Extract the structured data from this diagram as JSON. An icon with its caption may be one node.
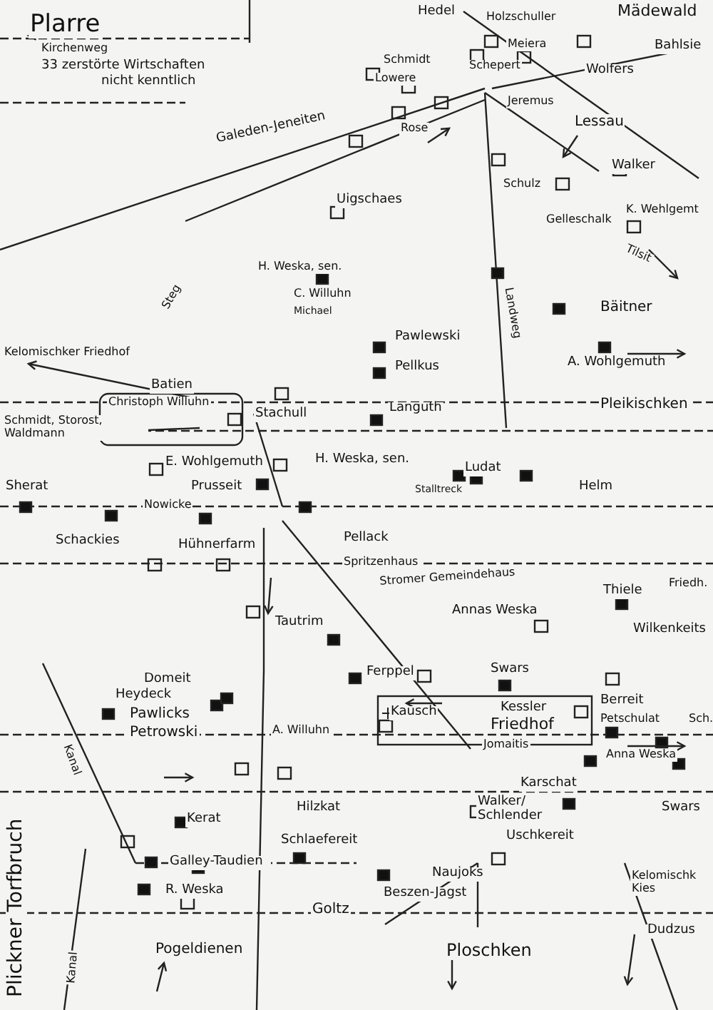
{
  "diagram": {
    "labels": [
      "Plarre",
      "Kirchenweg",
      "33 zerstörte Wirtschaften",
      "nicht kenntlich",
      "Hedel",
      "Mädewald",
      "Holzschuller",
      "Meiera",
      "Bahlsie",
      "Schmidt",
      "Schepert",
      "Wolfers",
      "Lowere",
      "Jeremus",
      "Lessau",
      "Rose",
      "Galeden-Jeneiten",
      "Walker",
      "Schulz",
      "Uigschaes",
      "Gelleschalk",
      "K. Wehlgemt",
      "Tilsit",
      "H. Weska, sen.",
      "C. Willuhn",
      "Michael",
      "Bäitner",
      "Pawlewski",
      "Pellkus",
      "A. Wohlgemuth",
      "Languth",
      "Pleikischken",
      "Kelomischker Friedhof",
      "Batien",
      "Christoph Willuhn",
      "Schmidt, Storost, Waldmann",
      "Stachull",
      "E. Wohlgemuth",
      "H. Weska, sen.",
      "Ludat",
      "Sherat",
      "Prusseit",
      "Stalltreck",
      "Helm",
      "Nowicke",
      "Schackies",
      "Hühnerfarm",
      "Pellack",
      "Spritzenhaus",
      "Stromer Gemeindehaus",
      "Annas Weska",
      "Thiele",
      "Friedh.",
      "Wilkenkeits",
      "Tautrim",
      "Ferppel",
      "Swars",
      "Domeit",
      "Heydeck",
      "Pawlicks",
      "Petrowski",
      "A. Willuhn",
      "Kausch",
      "Kessler",
      "Friedhof",
      "Jomaitis",
      "Berreit",
      "Petschulat",
      "Sch.",
      "Anna Weska",
      "Karschat",
      "Swars",
      "Walker/ Schlender",
      "Uschkereit",
      "Hilzkat",
      "Kerat",
      "Schlaefereit",
      "Galley-Taudien",
      "R. Weska",
      "Naujoks",
      "Beszen-Jagst",
      "Goltz",
      "Kelomischk Kies",
      "Dudzus",
      "Pogeldienen",
      "Ploschken",
      "Plickner Torfbruch",
      "Kanal",
      "Kanal",
      "Steg",
      "Landweg"
    ]
  }
}
